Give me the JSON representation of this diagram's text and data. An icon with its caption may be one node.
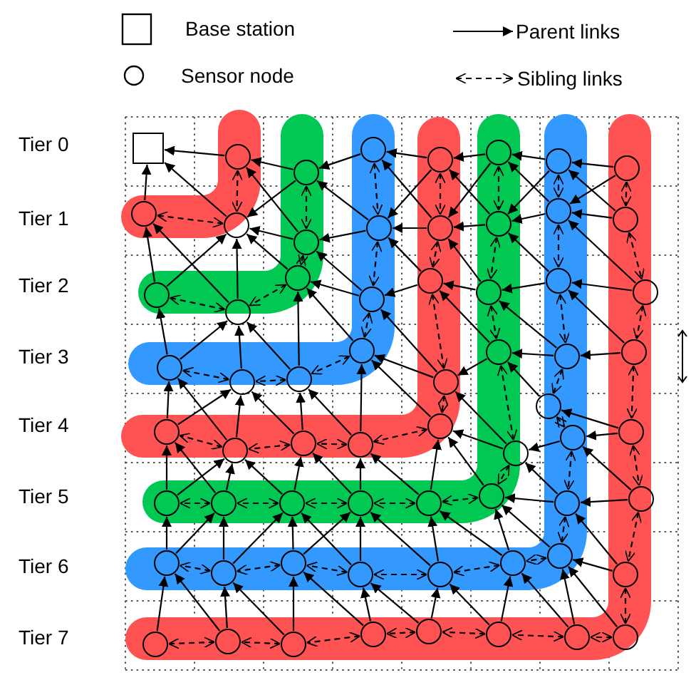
{
  "diagram": {
    "nodes": [
      {
        "text": [],
        "shape": "box"
      },
      {
        "text": [],
        "shape": "circle"
      },
      {
        "text": [],
        "shape": "circle"
      },
      {
        "text": [],
        "shape": "circle"
      },
      {
        "text": [],
        "shape": "circle"
      },
      {
        "text": [],
        "shape": "circle"
      },
      {
        "text": [],
        "shape": "circle"
      },
      {
        "text": [],
        "shape": "circle"
      },
      {
        "text": [],
        "shape": "circle"
      },
      {
        "text": [],
        "shape": "circle"
      },
      {
        "text": [],
        "shape": "circle"
      },
      {
        "text": [],
        "shape": "circle"
      },
      {
        "text": [],
        "shape": "circle"
      },
      {
        "text": [],
        "shape": "circle"
      },
      {
        "text": [],
        "shape": "circle"
      },
      {
        "text": [],
        "shape": "circle"
      },
      {
        "text": [],
        "shape": "circle"
      },
      {
        "text": [],
        "shape": "circle"
      },
      {
        "text": [],
        "shape": "circle"
      },
      {
        "text": [],
        "shape": "circle"
      },
      {
        "text": [],
        "shape": "circle"
      },
      {
        "text": [],
        "shape": "circle"
      },
      {
        "text": [],
        "shape": "circle"
      },
      {
        "text": [],
        "shape": "circle"
      },
      {
        "text": [],
        "shape": "circle"
      },
      {
        "text": [],
        "shape": "circle"
      },
      {
        "text": [],
        "shape": "circle"
      },
      {
        "text": [],
        "shape": "circle"
      },
      {
        "text": [],
        "shape": "circle"
      },
      {
        "text": [],
        "shape": "circle"
      },
      {
        "text": [],
        "shape": "circle"
      },
      {
        "text": [],
        "shape": "circle"
      },
      {
        "text": [],
        "shape": "circle"
      },
      {
        "text": [],
        "shape": "circle"
      },
      {
        "text": [],
        "shape": "circle"
      },
      {
        "text": [],
        "shape": "circle"
      },
      {
        "text": [],
        "shape": "circle"
      },
      {
        "text": [],
        "shape": "circle"
      },
      {
        "text": [],
        "shape": "circle"
      },
      {
        "text": [],
        "shape": "circle"
      },
      {
        "text": [],
        "shape": "circle"
      },
      {
        "text": [],
        "shape": "circle"
      },
      {
        "text": [],
        "shape": "circle"
      },
      {
        "text": [],
        "shape": "circle"
      },
      {
        "text": [],
        "shape": "circle"
      },
      {
        "text": [],
        "shape": "circle"
      },
      {
        "text": [],
        "shape": "circle"
      },
      {
        "text": [],
        "shape": "circle"
      },
      {
        "text": [],
        "shape": "circle"
      },
      {
        "text": [],
        "shape": "circle"
      },
      {
        "text": [],
        "shape": "circle"
      },
      {
        "text": [],
        "shape": "circle"
      },
      {
        "text": [],
        "shape": "circle"
      },
      {
        "text": [],
        "shape": "circle"
      },
      {
        "text": [],
        "shape": "circle"
      },
      {
        "text": [],
        "shape": "circle"
      },
      {
        "text": [],
        "shape": "circle"
      },
      {
        "text": [],
        "shape": "circle"
      },
      {
        "text": [],
        "shape": "circle"
      },
      {
        "text": [],
        "shape": "circle"
      },
      {
        "text": [],
        "shape": "circle"
      },
      {
        "text": [],
        "shape": "circle"
      },
      {
        "text": [],
        "shape": "circle"
      },
      {
        "text": [],
        "shape": "circle"
      },
      {
        "text": [],
        "shape": "circle"
      }
    ],
    "edges": [
      {
        "from": 1,
        "to": 0,
        "arrow": "to"
      },
      {
        "from": 2,
        "to": 0,
        "arrow": "to"
      },
      {
        "from": 3,
        "to": 0,
        "arrow": "to"
      },
      {
        "from": 4,
        "to": 1,
        "arrow": "to"
      },
      {
        "from": 4,
        "to": 2,
        "arrow": "to"
      },
      {
        "from": 5,
        "to": 1,
        "arrow": "to"
      },
      {
        "from": 5,
        "to": 2,
        "arrow": "to"
      },
      {
        "from": 6,
        "to": 2,
        "arrow": "to"
      },
      {
        "from": 7,
        "to": 2,
        "arrow": "to"
      },
      {
        "from": 7,
        "to": 3,
        "arrow": "to"
      },
      {
        "from": 8,
        "to": 3,
        "arrow": "to"
      },
      {
        "from": 8,
        "to": 2,
        "arrow": "to"
      },
      {
        "from": 9,
        "to": 4,
        "arrow": "to"
      },
      {
        "from": 10,
        "to": 4,
        "arrow": "to"
      },
      {
        "from": 10,
        "to": 5,
        "arrow": "to"
      },
      {
        "from": 11,
        "to": 5,
        "arrow": "to"
      },
      {
        "from": 11,
        "to": 6,
        "arrow": "to"
      },
      {
        "from": 12,
        "to": 6,
        "arrow": "to"
      },
      {
        "from": 13,
        "to": 6,
        "arrow": "to"
      },
      {
        "from": 13,
        "to": 7,
        "arrow": "to"
      },
      {
        "from": 14,
        "to": 7,
        "arrow": "to"
      },
      {
        "from": 15,
        "to": 8,
        "arrow": "to"
      },
      {
        "from": 15,
        "to": 7,
        "arrow": "to"
      },
      {
        "from": 16,
        "to": 9,
        "arrow": "to"
      },
      {
        "from": 16,
        "to": 10,
        "arrow": "to"
      },
      {
        "from": 17,
        "to": 9,
        "arrow": "to"
      },
      {
        "from": 17,
        "to": 10,
        "arrow": "to"
      },
      {
        "from": 18,
        "to": 10,
        "arrow": "to"
      },
      {
        "from": 18,
        "to": 11,
        "arrow": "to"
      },
      {
        "from": 19,
        "to": 11,
        "arrow": "to"
      },
      {
        "from": 19,
        "to": 12,
        "arrow": "to"
      },
      {
        "from": 20,
        "to": 12,
        "arrow": "to"
      },
      {
        "from": 21,
        "to": 12,
        "arrow": "to"
      },
      {
        "from": 21,
        "to": 13,
        "arrow": "to"
      },
      {
        "from": 22,
        "to": 13,
        "arrow": "to"
      },
      {
        "from": 22,
        "to": 14,
        "arrow": "to"
      },
      {
        "from": 23,
        "to": 14,
        "arrow": "to"
      },
      {
        "from": 23,
        "to": 15,
        "arrow": "to"
      },
      {
        "from": 24,
        "to": 15,
        "arrow": "to"
      },
      {
        "from": 24,
        "to": 14,
        "arrow": "to"
      },
      {
        "from": 25,
        "to": 16,
        "arrow": "to"
      },
      {
        "from": 25,
        "to": 17,
        "arrow": "to"
      },
      {
        "from": 26,
        "to": 16,
        "arrow": "to"
      },
      {
        "from": 26,
        "to": 17,
        "arrow": "to"
      },
      {
        "from": 27,
        "to": 17,
        "arrow": "to"
      },
      {
        "from": 27,
        "to": 18,
        "arrow": "to"
      },
      {
        "from": 28,
        "to": 18,
        "arrow": "to"
      },
      {
        "from": 28,
        "to": 19,
        "arrow": "to"
      },
      {
        "from": 29,
        "to": 19,
        "arrow": "to"
      },
      {
        "from": 29,
        "to": 20,
        "arrow": "to"
      },
      {
        "from": 30,
        "to": 20,
        "arrow": "to"
      },
      {
        "from": 31,
        "to": 20,
        "arrow": "to"
      },
      {
        "from": 31,
        "to": 21,
        "arrow": "to"
      },
      {
        "from": 32,
        "to": 21,
        "arrow": "to"
      },
      {
        "from": 32,
        "to": 22,
        "arrow": "to"
      },
      {
        "from": 33,
        "to": 22,
        "arrow": "to"
      },
      {
        "from": 33,
        "to": 23,
        "arrow": "to"
      },
      {
        "from": 34,
        "to": 23,
        "arrow": "to"
      },
      {
        "from": 34,
        "to": 24,
        "arrow": "to"
      },
      {
        "from": 35,
        "to": 24,
        "arrow": "to"
      },
      {
        "from": 35,
        "to": 23,
        "arrow": "to"
      },
      {
        "from": 36,
        "to": 25,
        "arrow": "to"
      },
      {
        "from": 36,
        "to": 26,
        "arrow": "to"
      },
      {
        "from": 37,
        "to": 25,
        "arrow": "to"
      },
      {
        "from": 37,
        "to": 26,
        "arrow": "to"
      },
      {
        "from": 38,
        "to": 26,
        "arrow": "to"
      },
      {
        "from": 38,
        "to": 27,
        "arrow": "to"
      },
      {
        "from": 39,
        "to": 27,
        "arrow": "to"
      },
      {
        "from": 39,
        "to": 28,
        "arrow": "to"
      },
      {
        "from": 40,
        "to": 28,
        "arrow": "to"
      },
      {
        "from": 41,
        "to": 29,
        "arrow": "to"
      },
      {
        "from": 42,
        "to": 29,
        "arrow": "to"
      },
      {
        "from": 42,
        "to": 30,
        "arrow": "to"
      },
      {
        "from": 43,
        "to": 30,
        "arrow": "to"
      },
      {
        "from": 44,
        "to": 30,
        "arrow": "to"
      },
      {
        "from": 44,
        "to": 31,
        "arrow": "to"
      },
      {
        "from": 45,
        "to": 31,
        "arrow": "to"
      },
      {
        "from": 45,
        "to": 32,
        "arrow": "to"
      },
      {
        "from": 46,
        "to": 32,
        "arrow": "to"
      },
      {
        "from": 46,
        "to": 33,
        "arrow": "to"
      },
      {
        "from": 47,
        "to": 33,
        "arrow": "to"
      },
      {
        "from": 47,
        "to": 32,
        "arrow": "to"
      },
      {
        "from": 48,
        "to": 34,
        "arrow": "to"
      },
      {
        "from": 48,
        "to": 33,
        "arrow": "to"
      },
      {
        "from": 49,
        "to": 35,
        "arrow": "to"
      },
      {
        "from": 49,
        "to": 34,
        "arrow": "to"
      },
      {
        "from": 50,
        "to": 36,
        "arrow": "to"
      },
      {
        "from": 50,
        "to": 37,
        "arrow": "to"
      },
      {
        "from": 51,
        "to": 36,
        "arrow": "to"
      },
      {
        "from": 51,
        "to": 37,
        "arrow": "to"
      },
      {
        "from": 52,
        "to": 38,
        "arrow": "to"
      },
      {
        "from": 52,
        "to": 37,
        "arrow": "to"
      },
      {
        "from": 53,
        "to": 38,
        "arrow": "to"
      },
      {
        "from": 53,
        "to": 39,
        "arrow": "to"
      },
      {
        "from": 54,
        "to": 40,
        "arrow": "to"
      },
      {
        "from": 54,
        "to": 41,
        "arrow": "to"
      },
      {
        "from": 55,
        "to": 41,
        "arrow": "to"
      },
      {
        "from": 55,
        "to": 42,
        "arrow": "to"
      },
      {
        "from": 56,
        "to": 42,
        "arrow": "to"
      },
      {
        "from": 56,
        "to": 43,
        "arrow": "to"
      },
      {
        "from": 57,
        "to": 43,
        "arrow": "to"
      },
      {
        "from": 58,
        "to": 43,
        "arrow": "to"
      },
      {
        "from": 58,
        "to": 44,
        "arrow": "to"
      },
      {
        "from": 59,
        "to": 44,
        "arrow": "to"
      },
      {
        "from": 59,
        "to": 45,
        "arrow": "to"
      },
      {
        "from": 60,
        "to": 45,
        "arrow": "to"
      },
      {
        "from": 60,
        "to": 46,
        "arrow": "to"
      },
      {
        "from": 61,
        "to": 46,
        "arrow": "to"
      },
      {
        "from": 61,
        "to": 47,
        "arrow": "to"
      },
      {
        "from": 62,
        "to": 47,
        "arrow": "to"
      },
      {
        "from": 62,
        "to": 48,
        "arrow": "to"
      },
      {
        "from": 63,
        "to": 48,
        "arrow": "to"
      },
      {
        "from": 63,
        "to": 49,
        "arrow": "to"
      },
      {
        "from": 64,
        "to": 49,
        "arrow": "to"
      },
      {
        "from": 1,
        "to": 2,
        "arrow": "both",
        "style": "dashed"
      },
      {
        "from": 2,
        "to": 3,
        "arrow": "both",
        "style": "dashed"
      },
      {
        "from": 4,
        "to": 5,
        "arrow": "both",
        "style": "dashed"
      },
      {
        "from": 5,
        "to": 6,
        "arrow": "both",
        "style": "dashed"
      },
      {
        "from": 6,
        "to": 7,
        "arrow": "both",
        "style": "dashed"
      },
      {
        "from": 7,
        "to": 8,
        "arrow": "both",
        "style": "dashed"
      },
      {
        "from": 9,
        "to": 10,
        "arrow": "both",
        "style": "dashed"
      },
      {
        "from": 10,
        "to": 11,
        "arrow": "both",
        "style": "dashed"
      },
      {
        "from": 11,
        "to": 12,
        "arrow": "both",
        "style": "dashed"
      },
      {
        "from": 12,
        "to": 13,
        "arrow": "both",
        "style": "dashed"
      },
      {
        "from": 13,
        "to": 14,
        "arrow": "both",
        "style": "dashed"
      },
      {
        "from": 14,
        "to": 15,
        "arrow": "both",
        "style": "dashed"
      },
      {
        "from": 16,
        "to": 17,
        "arrow": "both",
        "style": "dashed"
      },
      {
        "from": 17,
        "to": 18,
        "arrow": "both",
        "style": "dashed"
      },
      {
        "from": 18,
        "to": 19,
        "arrow": "both",
        "style": "dashed"
      },
      {
        "from": 19,
        "to": 20,
        "arrow": "both",
        "style": "dashed"
      },
      {
        "from": 20,
        "to": 21,
        "arrow": "both",
        "style": "dashed"
      },
      {
        "from": 21,
        "to": 22,
        "arrow": "both",
        "style": "dashed"
      },
      {
        "from": 22,
        "to": 23,
        "arrow": "both",
        "style": "dashed"
      },
      {
        "from": 23,
        "to": 24,
        "arrow": "both",
        "style": "dashed"
      },
      {
        "from": 25,
        "to": 26,
        "arrow": "both",
        "style": "dashed"
      },
      {
        "from": 26,
        "to": 27,
        "arrow": "both",
        "style": "dashed"
      },
      {
        "from": 27,
        "to": 28,
        "arrow": "both",
        "style": "dashed"
      },
      {
        "from": 28,
        "to": 29,
        "arrow": "both",
        "style": "dashed"
      },
      {
        "from": 29,
        "to": 30,
        "arrow": "both",
        "style": "dashed"
      },
      {
        "from": 30,
        "to": 31,
        "arrow": "both",
        "style": "dashed"
      },
      {
        "from": 31,
        "to": 32,
        "arrow": "both",
        "style": "dashed"
      },
      {
        "from": 32,
        "to": 33,
        "arrow": "both",
        "style": "dashed"
      },
      {
        "from": 33,
        "to": 34,
        "arrow": "both",
        "style": "dashed"
      },
      {
        "from": 34,
        "to": 35,
        "arrow": "both",
        "style": "dashed"
      },
      {
        "from": 36,
        "to": 37,
        "arrow": "both",
        "style": "dashed"
      },
      {
        "from": 37,
        "to": 38,
        "arrow": "both",
        "style": "dashed"
      },
      {
        "from": 38,
        "to": 39,
        "arrow": "both",
        "style": "dashed"
      },
      {
        "from": 39,
        "to": 40,
        "arrow": "both",
        "style": "dashed"
      },
      {
        "from": 40,
        "to": 41,
        "arrow": "both",
        "style": "dashed"
      },
      {
        "from": 41,
        "to": 42,
        "arrow": "both",
        "style": "dashed"
      },
      {
        "from": 42,
        "to": 43,
        "arrow": "both",
        "style": "dashed"
      },
      {
        "from": 43,
        "to": 44,
        "arrow": "both",
        "style": "dashed"
      },
      {
        "from": 44,
        "to": 45,
        "arrow": "both",
        "style": "dashed"
      },
      {
        "from": 45,
        "to": 46,
        "arrow": "both",
        "style": "dashed"
      },
      {
        "from": 46,
        "to": 47,
        "arrow": "both",
        "style": "dashed"
      },
      {
        "from": 47,
        "to": 48,
        "arrow": "both",
        "style": "dashed"
      },
      {
        "from": 48,
        "to": 49,
        "arrow": "both",
        "style": "dashed"
      },
      {
        "from": 50,
        "to": 51,
        "arrow": "both",
        "style": "dashed"
      },
      {
        "from": 51,
        "to": 52,
        "arrow": "both",
        "style": "dashed"
      },
      {
        "from": 52,
        "to": 53,
        "arrow": "both",
        "style": "dashed"
      },
      {
        "from": 53,
        "to": 54,
        "arrow": "both",
        "style": "dashed"
      },
      {
        "from": 54,
        "to": 55,
        "arrow": "both",
        "style": "dashed"
      },
      {
        "from": 55,
        "to": 56,
        "arrow": "both",
        "style": "dashed"
      },
      {
        "from": 56,
        "to": 57,
        "arrow": "both",
        "style": "dashed"
      },
      {
        "from": 57,
        "to": 58,
        "arrow": "both",
        "style": "dashed"
      },
      {
        "from": 58,
        "to": 59,
        "arrow": "both",
        "style": "dashed"
      },
      {
        "from": 59,
        "to": 60,
        "arrow": "both",
        "style": "dashed"
      },
      {
        "from": 60,
        "to": 61,
        "arrow": "both",
        "style": "dashed"
      },
      {
        "from": 61,
        "to": 62,
        "arrow": "both",
        "style": "dashed"
      },
      {
        "from": 62,
        "to": 63,
        "arrow": "both",
        "style": "dashed"
      },
      {
        "from": 63,
        "to": 64,
        "arrow": "both",
        "style": "dashed"
      }
    ],
    "labels": [
      "Tier 0",
      "Tier 1",
      "Tier 2",
      "Tier 3",
      "Tier 4",
      "Tier 5",
      "Tier 6",
      "Tier 7"
    ],
    "legend": [
      {
        "text": "Base station"
      },
      {
        "text": "Sensor node"
      },
      {
        "text": "Parent links"
      },
      {
        "text": "Sibling links"
      }
    ]
  }
}
